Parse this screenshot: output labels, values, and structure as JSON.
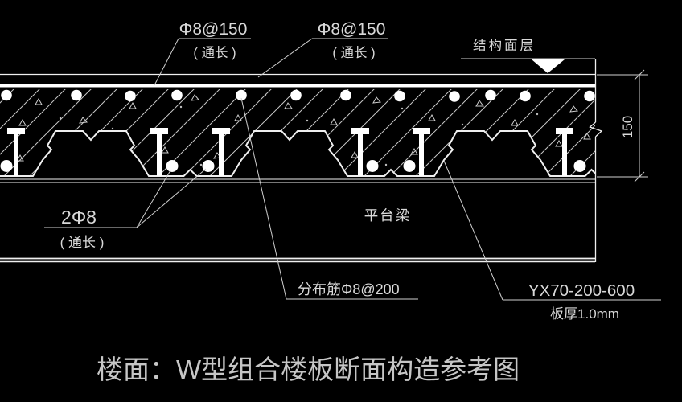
{
  "drawing": {
    "title": "楼面：W型组合楼板断面构造参考图",
    "labels": {
      "top_rebar_1": {
        "line1": "Φ8@150",
        "line2": "( 通长 )"
      },
      "top_rebar_2": {
        "line1": "Φ8@150",
        "line2": "( 通长 )"
      },
      "surface_layer": "结构面层",
      "dim_150": "150",
      "bottom_rebar": {
        "line1": "2Φ8",
        "line2": "( 通长 )"
      },
      "platform_beam": "平台梁",
      "distribution_rebar": "分布筋Φ8@200",
      "deck_type": "YX70-200-600",
      "deck_thickness": "板厚1.0mm"
    },
    "colors": {
      "background": "#000000",
      "line": "#efefef",
      "text": "#d9d9d9",
      "hatch": "#c6c6c6"
    }
  }
}
